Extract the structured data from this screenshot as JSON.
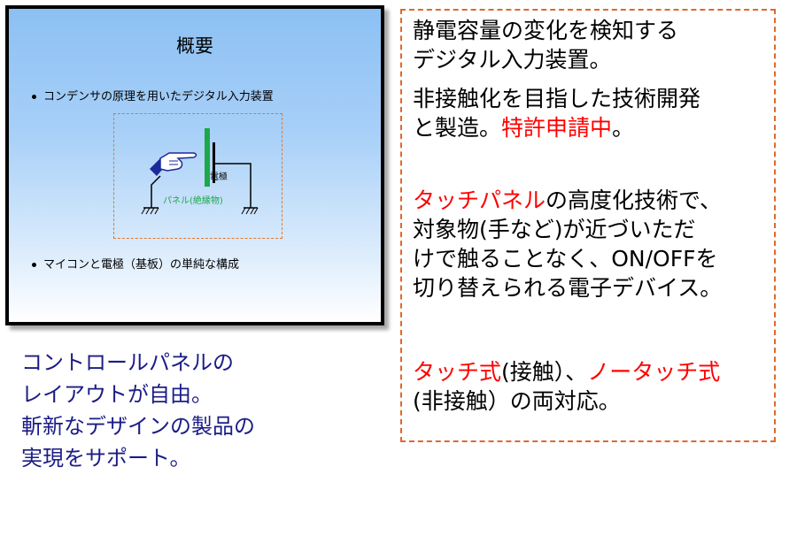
{
  "slide": {
    "title": "概要",
    "bullet1": "コンデンサの原理を用いたデジタル入力装置",
    "bullet2": "マイコンと電極（基板）の単純な構成",
    "diagram": {
      "electrode_label": "電極",
      "panel_label": "パネル(絶縁物)"
    }
  },
  "caption": {
    "lines": [
      "コントロールパネルの",
      "レイアウトが自由。",
      "斬新なデザインの製品の",
      "実現をサポート。"
    ]
  },
  "right_panel": {
    "p1": [
      "静電容量の変化を検知する",
      "デジタル入力装置。"
    ],
    "p2_line1": "非接触化を目指した技術開発",
    "p2_line2_before": "と製造。",
    "p2_line2_red": "特許申請中",
    "p2_line2_after": "。",
    "p3_line1_red": "タッチパネル",
    "p3_line1_rest": "の高度化技術で、",
    "p3_line2": "対象物(手など)が近づいただ",
    "p3_line3": "けで触ることなく、ON/OFFを",
    "p3_line4": "切り替えられる電子デバイス。",
    "p4_red1": "タッチ式",
    "p4_mid": "(接触）、",
    "p4_red2": "ノータッチ式",
    "p4_line2": "(非接触）の両対応。"
  },
  "colors": {
    "caption_text": "#1b1c86",
    "highlight_red": "#ff0000",
    "dashed_border": "#e0682a",
    "panel_green": "#1da84a"
  }
}
